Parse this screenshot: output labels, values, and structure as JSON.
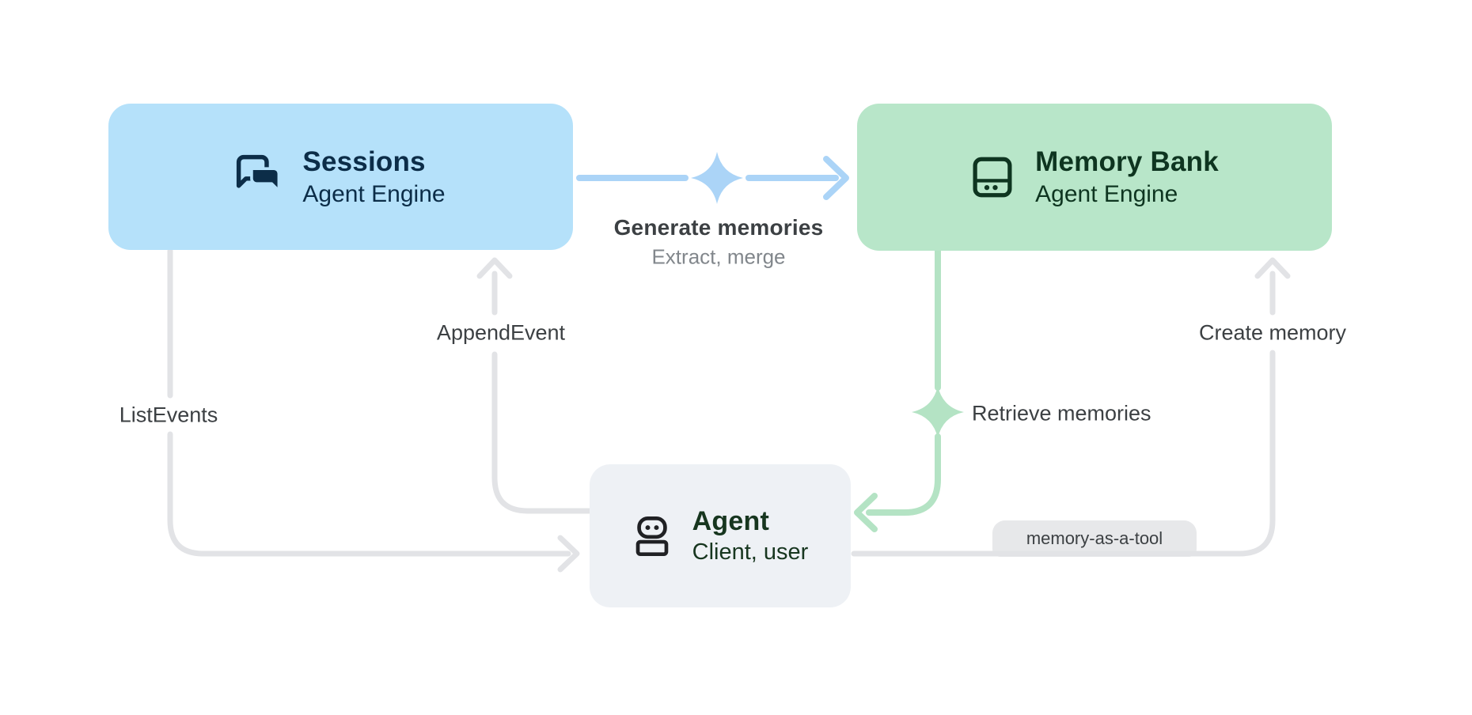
{
  "colors": {
    "sessions_fill": "#b5e1fa",
    "sessions_ink": "#0c2d48",
    "memory_fill": "#b8e6c9",
    "memory_ink": "#0e3520",
    "agent_fill": "#eef1f5",
    "agent_ink": "#17361f",
    "agent_icon": "#202124",
    "blue_accent": "#abd4f7",
    "green_accent": "#b4e3c4",
    "gray_line": "#e2e3e6",
    "label_text": "#3c4043",
    "sublabel_text": "#82878c",
    "badge_bg": "#e7e8ea"
  },
  "nodes": {
    "sessions": {
      "title": "Sessions",
      "subtitle": "Agent Engine",
      "icon": "chat-icon"
    },
    "memory_bank": {
      "title": "Memory Bank",
      "subtitle": "Agent Engine",
      "icon": "memory-bank-icon"
    },
    "agent": {
      "title": "Agent",
      "subtitle": "Client, user",
      "icon": "robot-icon"
    }
  },
  "edges": {
    "generate": {
      "label": "Generate memories",
      "sublabel": "Extract, merge",
      "from": "Sessions",
      "to": "Memory Bank",
      "icon": "sparkle-icon"
    },
    "append_event": {
      "label": "AppendEvent",
      "from": "Agent",
      "to": "Sessions"
    },
    "list_events": {
      "label": "ListEvents",
      "from": "Sessions",
      "to": "Agent"
    },
    "retrieve": {
      "label": "Retrieve memories",
      "from": "Memory Bank",
      "to": "Agent",
      "icon": "sparkle-icon"
    },
    "create_memory": {
      "label": "Create memory",
      "from": "Agent",
      "to": "Memory Bank"
    },
    "memory_as_a_tool": {
      "label": "memory-as-a-tool"
    }
  }
}
